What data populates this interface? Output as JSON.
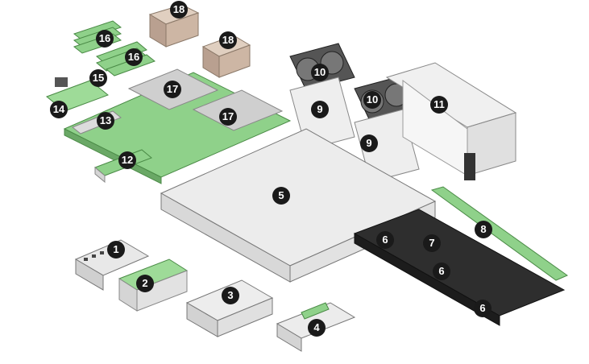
{
  "diagram": {
    "title": "",
    "callouts": [
      {
        "id": "c1",
        "label": "1"
      },
      {
        "id": "c2",
        "label": "2"
      },
      {
        "id": "c3",
        "label": "3"
      },
      {
        "id": "c4",
        "label": "4"
      },
      {
        "id": "c5",
        "label": "5"
      },
      {
        "id": "c6a",
        "label": "6"
      },
      {
        "id": "c6b",
        "label": "6"
      },
      {
        "id": "c6c",
        "label": "6"
      },
      {
        "id": "c7",
        "label": "7"
      },
      {
        "id": "c8",
        "label": "8"
      },
      {
        "id": "c9a",
        "label": "9"
      },
      {
        "id": "c9b",
        "label": "9"
      },
      {
        "id": "c10a",
        "label": "10"
      },
      {
        "id": "c10b",
        "label": "10"
      },
      {
        "id": "c11",
        "label": "11"
      },
      {
        "id": "c12",
        "label": "12"
      },
      {
        "id": "c13",
        "label": "13"
      },
      {
        "id": "c14",
        "label": "14"
      },
      {
        "id": "c15",
        "label": "15"
      },
      {
        "id": "c16a",
        "label": "16"
      },
      {
        "id": "c16b",
        "label": "16"
      },
      {
        "id": "c17a",
        "label": "17"
      },
      {
        "id": "c17b",
        "label": "17"
      },
      {
        "id": "c18a",
        "label": "18"
      },
      {
        "id": "c18b",
        "label": "18"
      }
    ]
  },
  "colors": {
    "callout_bg": "#1a1a1a",
    "board_green": "#8fd18a",
    "chassis_gray": "#e6e6e6",
    "outline": "#7a7a7a",
    "dark_part": "#3b3b3b",
    "heatsink": "#c9b3a0"
  }
}
